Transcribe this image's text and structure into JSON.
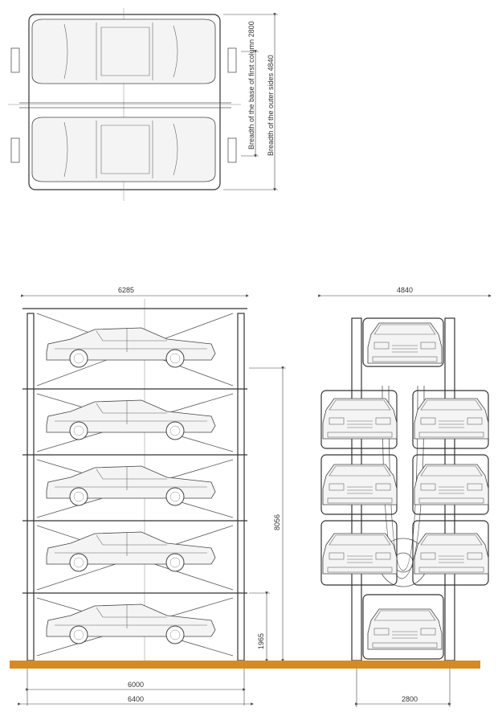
{
  "top_view": {
    "dim_base_first_column": "Breadth of the base of first column 2800",
    "dim_outer_sides": "Breadth of the outer sides 4840"
  },
  "side_view": {
    "dim_top_width": "6285",
    "dim_total_height": "8056",
    "dim_bottom_level": "1965",
    "dim_inner_width": "6000",
    "dim_outer_width": "6400"
  },
  "front_view": {
    "dim_top_width": "4840",
    "dim_base_width": "2800"
  },
  "colors": {
    "ground": "#d98a1e",
    "line": "#444444"
  }
}
